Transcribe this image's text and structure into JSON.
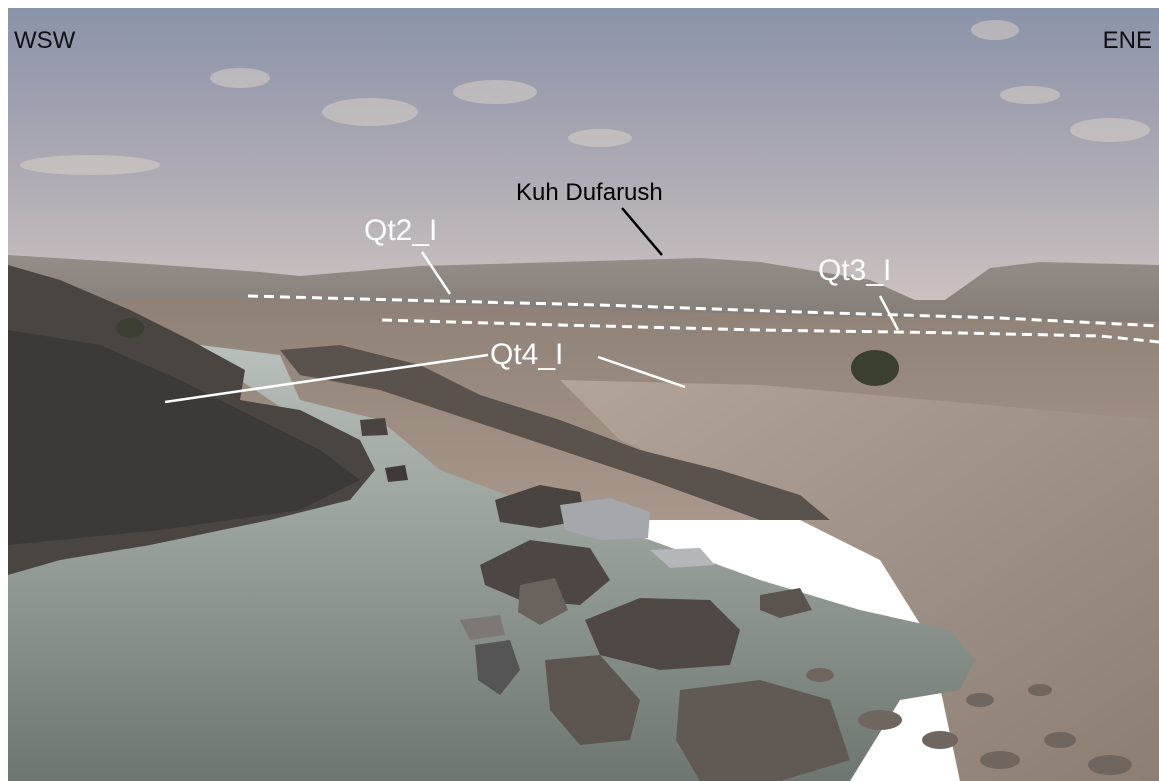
{
  "photo": {
    "orientation": {
      "left": "WSW",
      "right": "ENE"
    },
    "labels": {
      "peak": "Kuh Dufarush",
      "terrace_upper": "Qt2_I",
      "terrace_middle": "Qt3_I",
      "terrace_lower": "Qt4_I"
    },
    "colors": {
      "sky_top": "#8f97ab",
      "sky_horizon": "#cbc2c1",
      "mountains": "#8e8681",
      "terrace": "#9a8a7d",
      "river": "#8f9991",
      "rock_dark": "#3f3b38",
      "annotation_line": "#ffffff",
      "peak_line": "#000000"
    }
  }
}
